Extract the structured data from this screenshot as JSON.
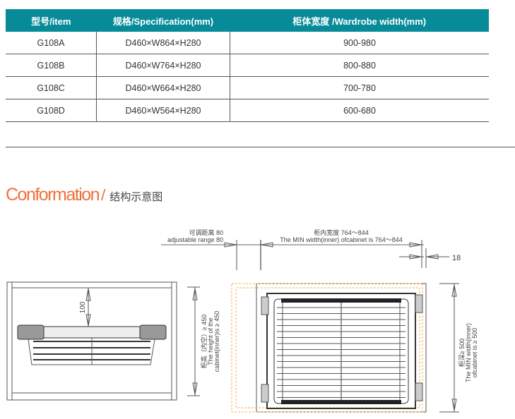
{
  "table": {
    "headers": [
      "型号/item",
      "规格/Specification(mm)",
      "柜体宽度 /Wardrobe width(mm)"
    ],
    "rows": [
      [
        "G108A",
        "D460×W864×H280",
        "900-980"
      ],
      [
        "G108B",
        "D460×W764×H280",
        "800-880"
      ],
      [
        "G108C",
        "D460×W664×H280",
        "700-780"
      ],
      [
        "G108D",
        "D460×W564×H280",
        "600-680"
      ]
    ]
  },
  "section": {
    "title": "Conformation",
    "slash": "/",
    "subtitle": "结构示意图"
  },
  "dims": {
    "adjust_cn": "可调距离 80",
    "adjust_en": "adjustable range 80",
    "inner_cn": "柜内宽度 764～844",
    "inner_en": "The MIN width(inner) ofcabinet is 764～844",
    "side": "18",
    "clearance": "100",
    "height_cn": "柜高（内空）≥ 450",
    "height_en1": "The height of the",
    "height_en2": "cabinet(inner)is ≥ 450",
    "depth_cn": "柜深≥ 500",
    "depth_en1": "The MIN width(inner)",
    "depth_en2": "ofcabinet is ≥ 500"
  },
  "colors": {
    "header": "#078b99",
    "accent": "#f0703d",
    "dashed": "#f5b04a"
  }
}
